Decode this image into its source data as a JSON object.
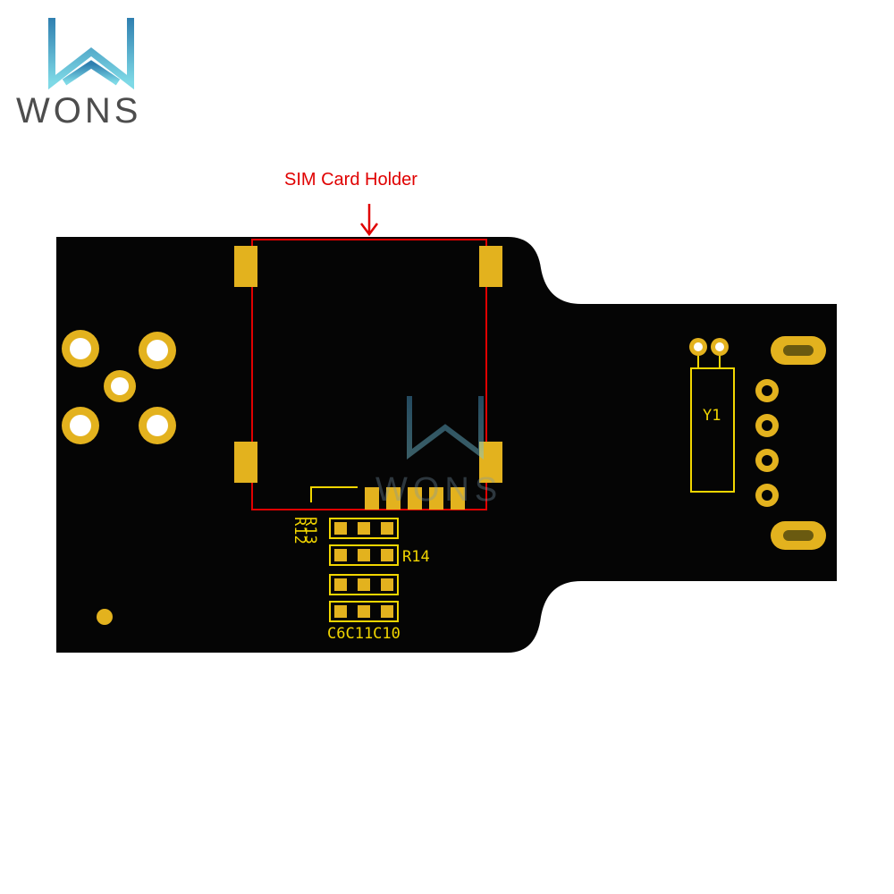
{
  "brand": {
    "name": "WONS",
    "watermark_text": "WONS"
  },
  "callout": {
    "label": "SIM Card Holder",
    "color": "#e00000"
  },
  "silkscreen": {
    "r13": "R13",
    "r12": "R12",
    "r14": "R14",
    "caps": "C6C11C10",
    "y1": "Y1"
  },
  "colors": {
    "pcb": "#050505",
    "pad": "#e3b21e",
    "silk": "#f2d600",
    "logo_gradient_top": "#2f7fb0",
    "logo_gradient_bottom": "#7ed9e6"
  }
}
